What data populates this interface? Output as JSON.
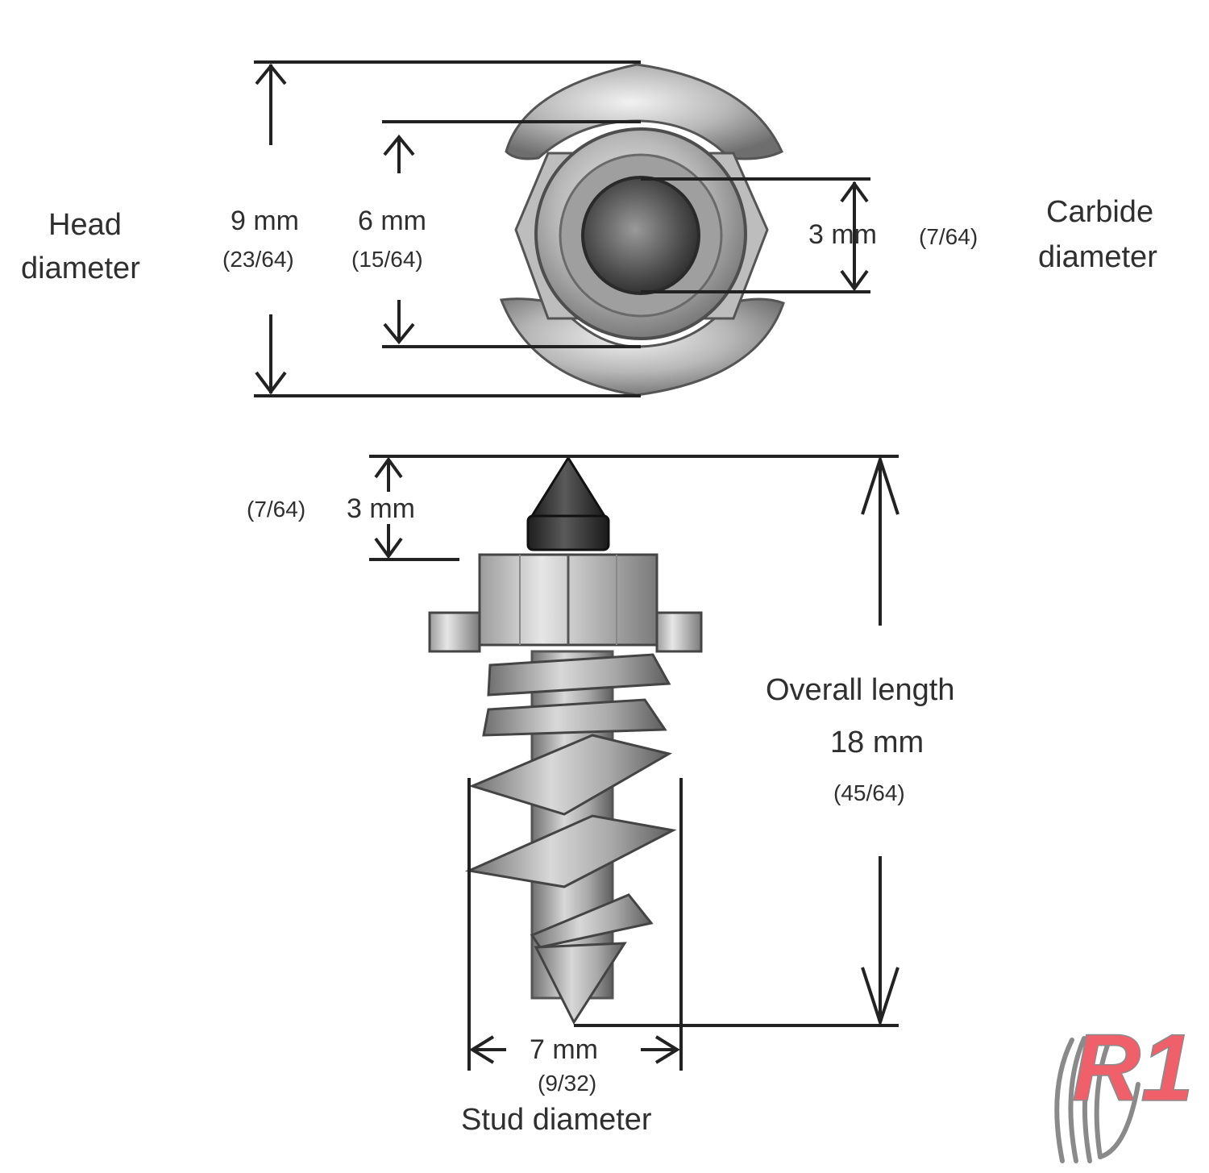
{
  "head": {
    "title_line1": "Head",
    "title_line2": "diameter",
    "outer_mm": "9 mm",
    "outer_in": "(23/64)",
    "inner_mm": "6 mm",
    "inner_in": "(15/64)"
  },
  "carbide": {
    "title_line1": "Carbide",
    "title_line2": "diameter",
    "mm": "3 mm",
    "in": "(7/64)"
  },
  "tip": {
    "in": "(7/64)",
    "mm": "3 mm"
  },
  "overall": {
    "title": "Overall length",
    "mm": "18 mm",
    "in": "(45/64)"
  },
  "stud": {
    "mm": "7 mm",
    "in": "(9/32)",
    "title": "Stud diameter"
  },
  "logo": {
    "text": "R1",
    "color_red": "#f0606a",
    "color_gray": "#8a8a8a"
  }
}
